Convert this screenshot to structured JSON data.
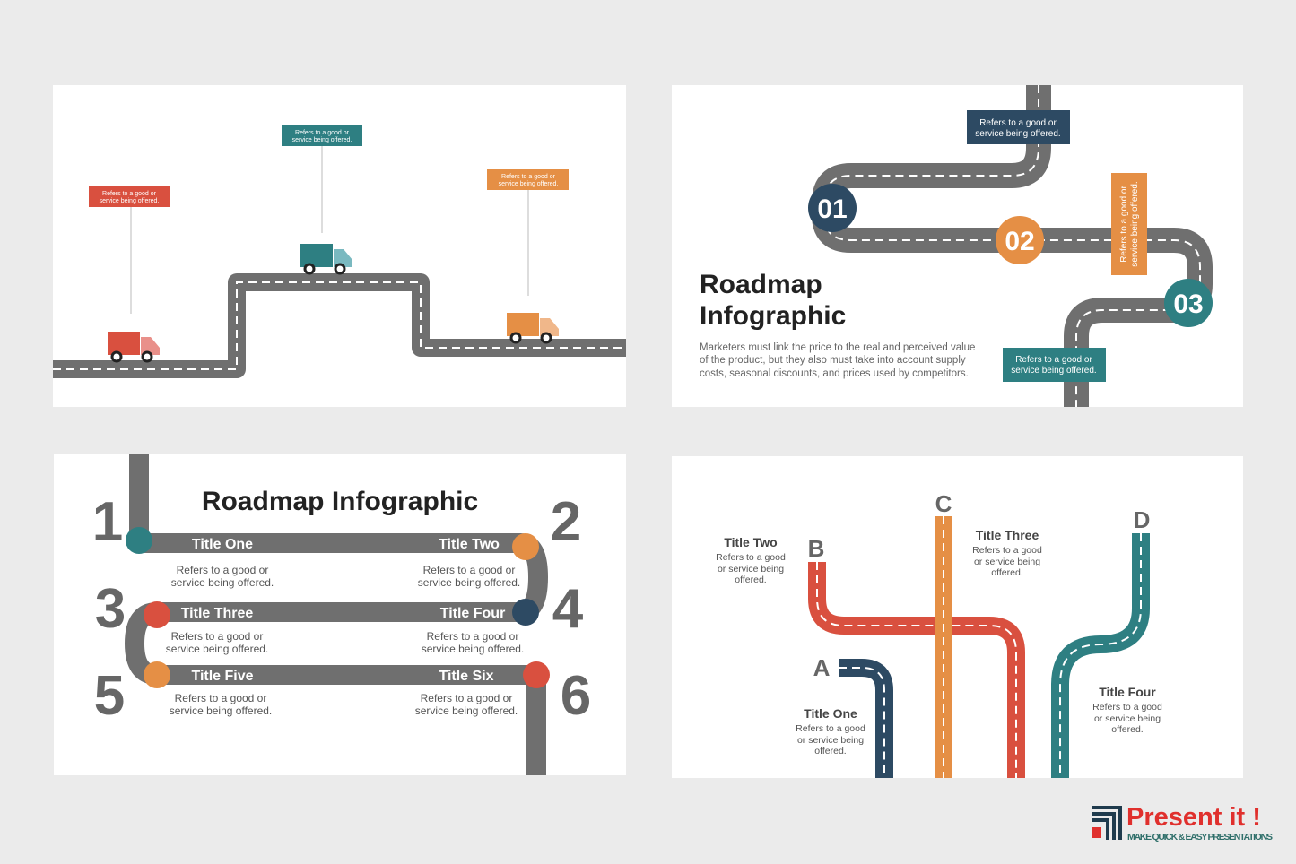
{
  "colors": {
    "red": "#d9503f",
    "teal": "#2e7f82",
    "orange": "#e58f45",
    "navy": "#2d4a63",
    "road": "#6f6f6f"
  },
  "slide1": {
    "labels": [
      {
        "line1": "Refers to a good or",
        "line2": "service being offered."
      },
      {
        "line1": "Refers to a good or",
        "line2": "service being offered."
      },
      {
        "line1": "Refers to a good or",
        "line2": "service being offered."
      }
    ]
  },
  "slide2": {
    "title1": "Roadmap",
    "title2": "Infographic",
    "body": [
      "Marketers must link the price to the real and perceived value",
      "of the product, but they also must take into account supply",
      "costs, seasonal discounts, and prices used by competitors."
    ],
    "steps": [
      "01",
      "02",
      "03"
    ],
    "labels": [
      {
        "line1": "Refers to a good or",
        "line2": "service being offered."
      },
      {
        "line1": "Refers to a good or",
        "line2": "service being offered."
      },
      {
        "line1": "Refers to a good or",
        "line2": "service being offered."
      }
    ]
  },
  "slide3": {
    "title": "Roadmap Infographic",
    "numbers": [
      "1",
      "2",
      "3",
      "4",
      "5",
      "6"
    ],
    "items": [
      {
        "title": "Title One",
        "line1": "Refers to a good or",
        "line2": "service being offered."
      },
      {
        "title": "Title Two",
        "line1": "Refers to a good or",
        "line2": "service being offered."
      },
      {
        "title": "Title Three",
        "line1": "Refers to a good or",
        "line2": "service being offered."
      },
      {
        "title": "Title Four",
        "line1": "Refers to a good or",
        "line2": "service being offered."
      },
      {
        "title": "Title Five",
        "line1": "Refers to a good or",
        "line2": "service being offered."
      },
      {
        "title": "Title Six",
        "line1": "Refers to a good or",
        "line2": "service being offered."
      }
    ]
  },
  "slide4": {
    "letters": [
      "A",
      "B",
      "C",
      "D"
    ],
    "items": [
      {
        "title": "Title One",
        "lines": [
          "Refers to a good",
          "or service  being",
          "offered."
        ]
      },
      {
        "title": "Title Two",
        "lines": [
          "Refers to a good",
          "or service  being",
          "offered."
        ]
      },
      {
        "title": "Title Three",
        "lines": [
          "Refers to a good",
          "or service  being",
          "offered."
        ]
      },
      {
        "title": "Title Four",
        "lines": [
          "Refers to a good",
          "or service  being",
          "offered."
        ]
      }
    ]
  },
  "logo": {
    "name": "Present it !",
    "tagline": "MAKE QUICK & EASY PRESENTATIONS"
  }
}
